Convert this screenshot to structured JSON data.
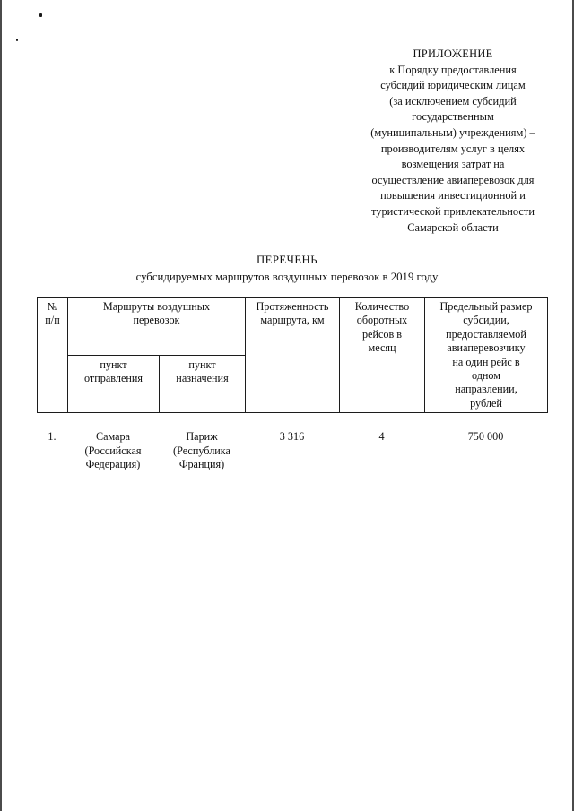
{
  "document": {
    "header": {
      "title": "ПРИЛОЖЕНИЕ",
      "lines": [
        "к Порядку предоставления",
        "субсидий юридическим лицам",
        "(за исключением субсидий",
        "государственным",
        "(муниципальным) учреждениям) –",
        "производителям услуг в целях",
        "возмещения затрат на",
        "осуществление авиаперевозок для",
        "повышения инвестиционной и",
        "туристической привлекательности",
        "Самарской области"
      ]
    },
    "title": {
      "main": "ПЕРЕЧЕНЬ",
      "subtitle": "субсидируемых маршрутов воздушных перевозок в 2019 году"
    },
    "table": {
      "headers": {
        "num": "№\nп/п",
        "routes_group": "Маршруты воздушных\nперевозок",
        "departure": "пункт\nотправления",
        "destination": "пункт\nназначения",
        "distance": "Протяженность\nмаршрута, км",
        "flights": "Количество\nоборотных\nрейсов в\nмесяц",
        "subsidy": "Предельный размер\nсубсидии,\nпредоставляемой\nавиаперевозчику\nна один рейс в\nодном\nнаправлении,\nрублей"
      },
      "rows": [
        {
          "num": "1.",
          "departure": "Самара\n(Российская\nФедерация)",
          "destination": "Париж\n(Республика\nФранция)",
          "distance": "3 316",
          "flights": "4",
          "subsidy": "750 000"
        }
      ]
    }
  }
}
